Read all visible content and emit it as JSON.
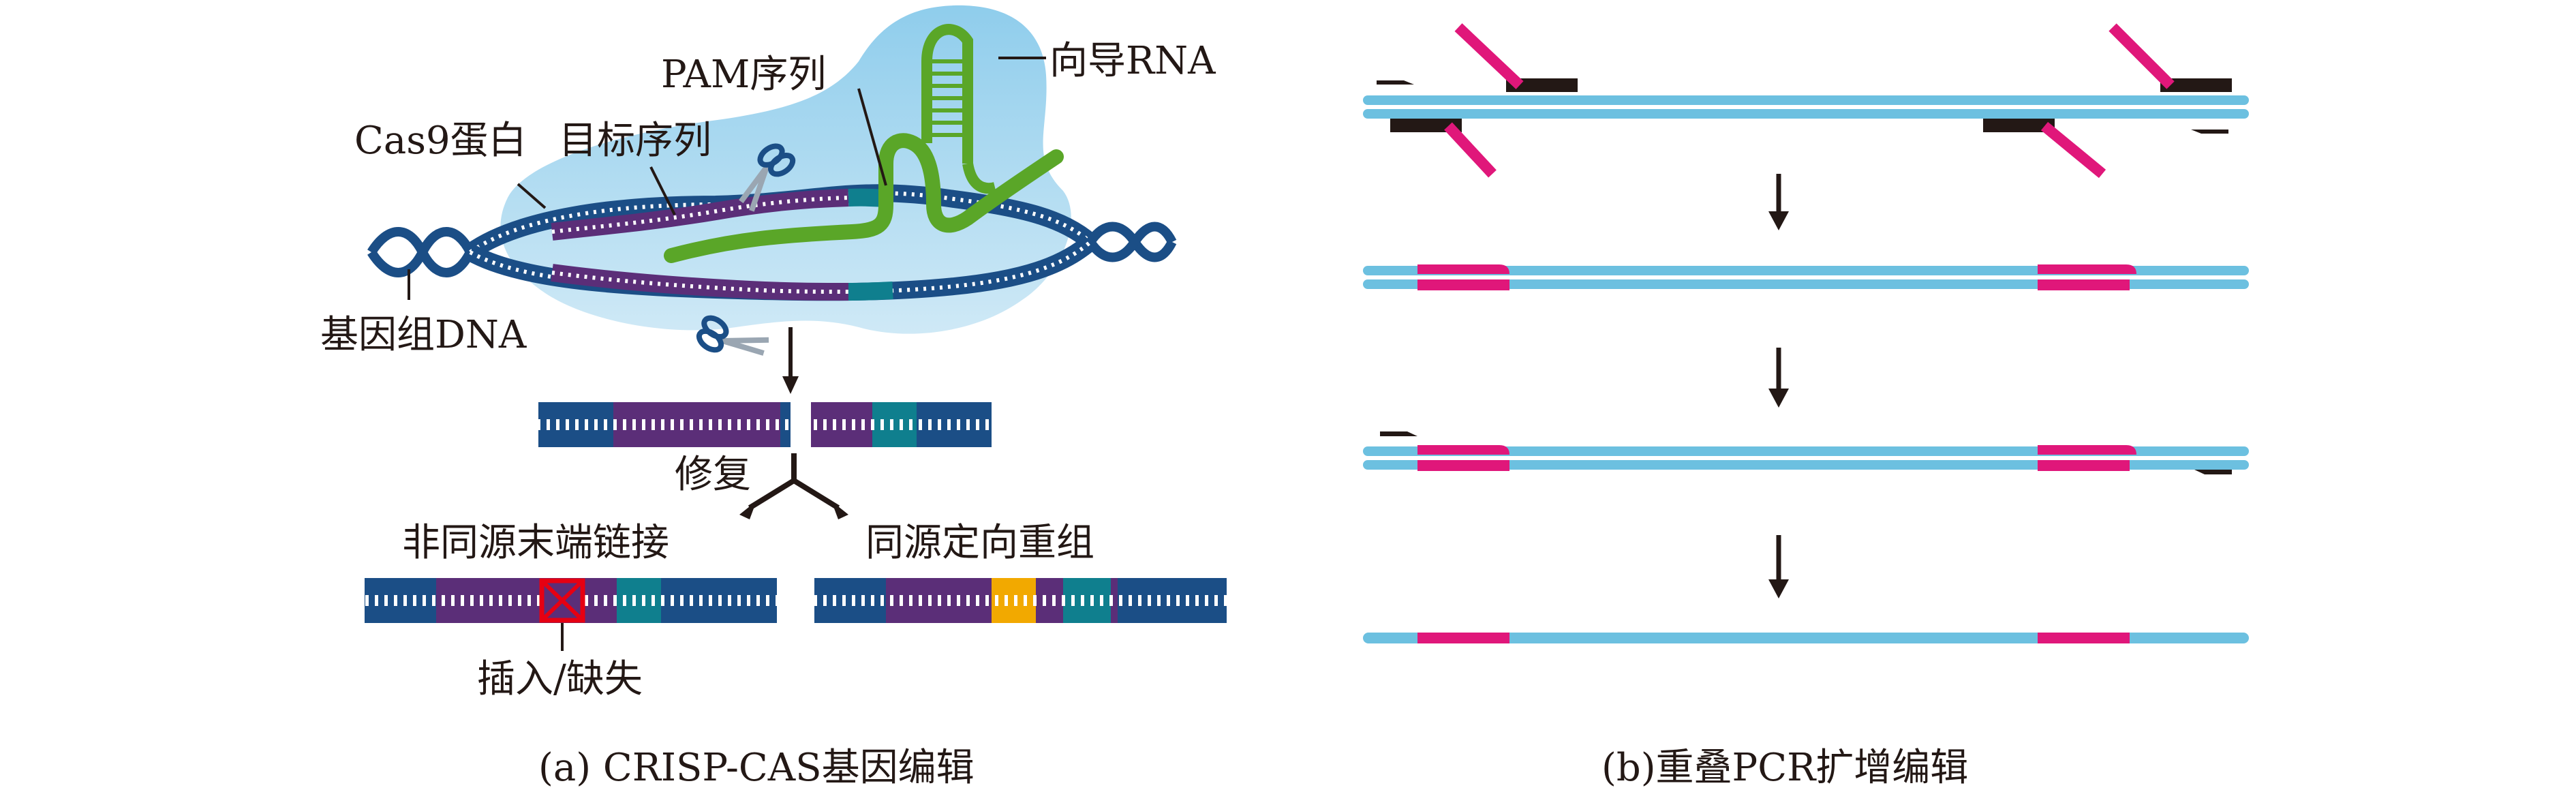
{
  "panel_a": {
    "labels": {
      "pam": "PAM序列",
      "guide_rna": "向导RNA",
      "cas9": "Cas9蛋白",
      "target": "目标序列",
      "genomic_dna": "基因组DNA",
      "repair": "修复",
      "nhej": "非同源末端链接",
      "hdr": "同源定向重组",
      "indel": "插入/缺失"
    },
    "caption": "(a) CRISP-CAS基因编辑"
  },
  "panel_b": {
    "caption": "(b)重叠PCR扩增编辑"
  },
  "colors": {
    "dna_navy": "#1b4e86",
    "dna_dark": "#123a66",
    "target_purple": "#5b2e78",
    "pam_teal": "#0f7f8e",
    "rna_green": "#5aa628",
    "cas9_blue": "#a8d8ef",
    "strand_light_blue": "#6cc0e0",
    "primer_magenta": "#e0177a",
    "primer_black": "#231815",
    "insert_orange": "#f2a900",
    "indel_red": "#e60012",
    "arrow_black": "#231815"
  }
}
